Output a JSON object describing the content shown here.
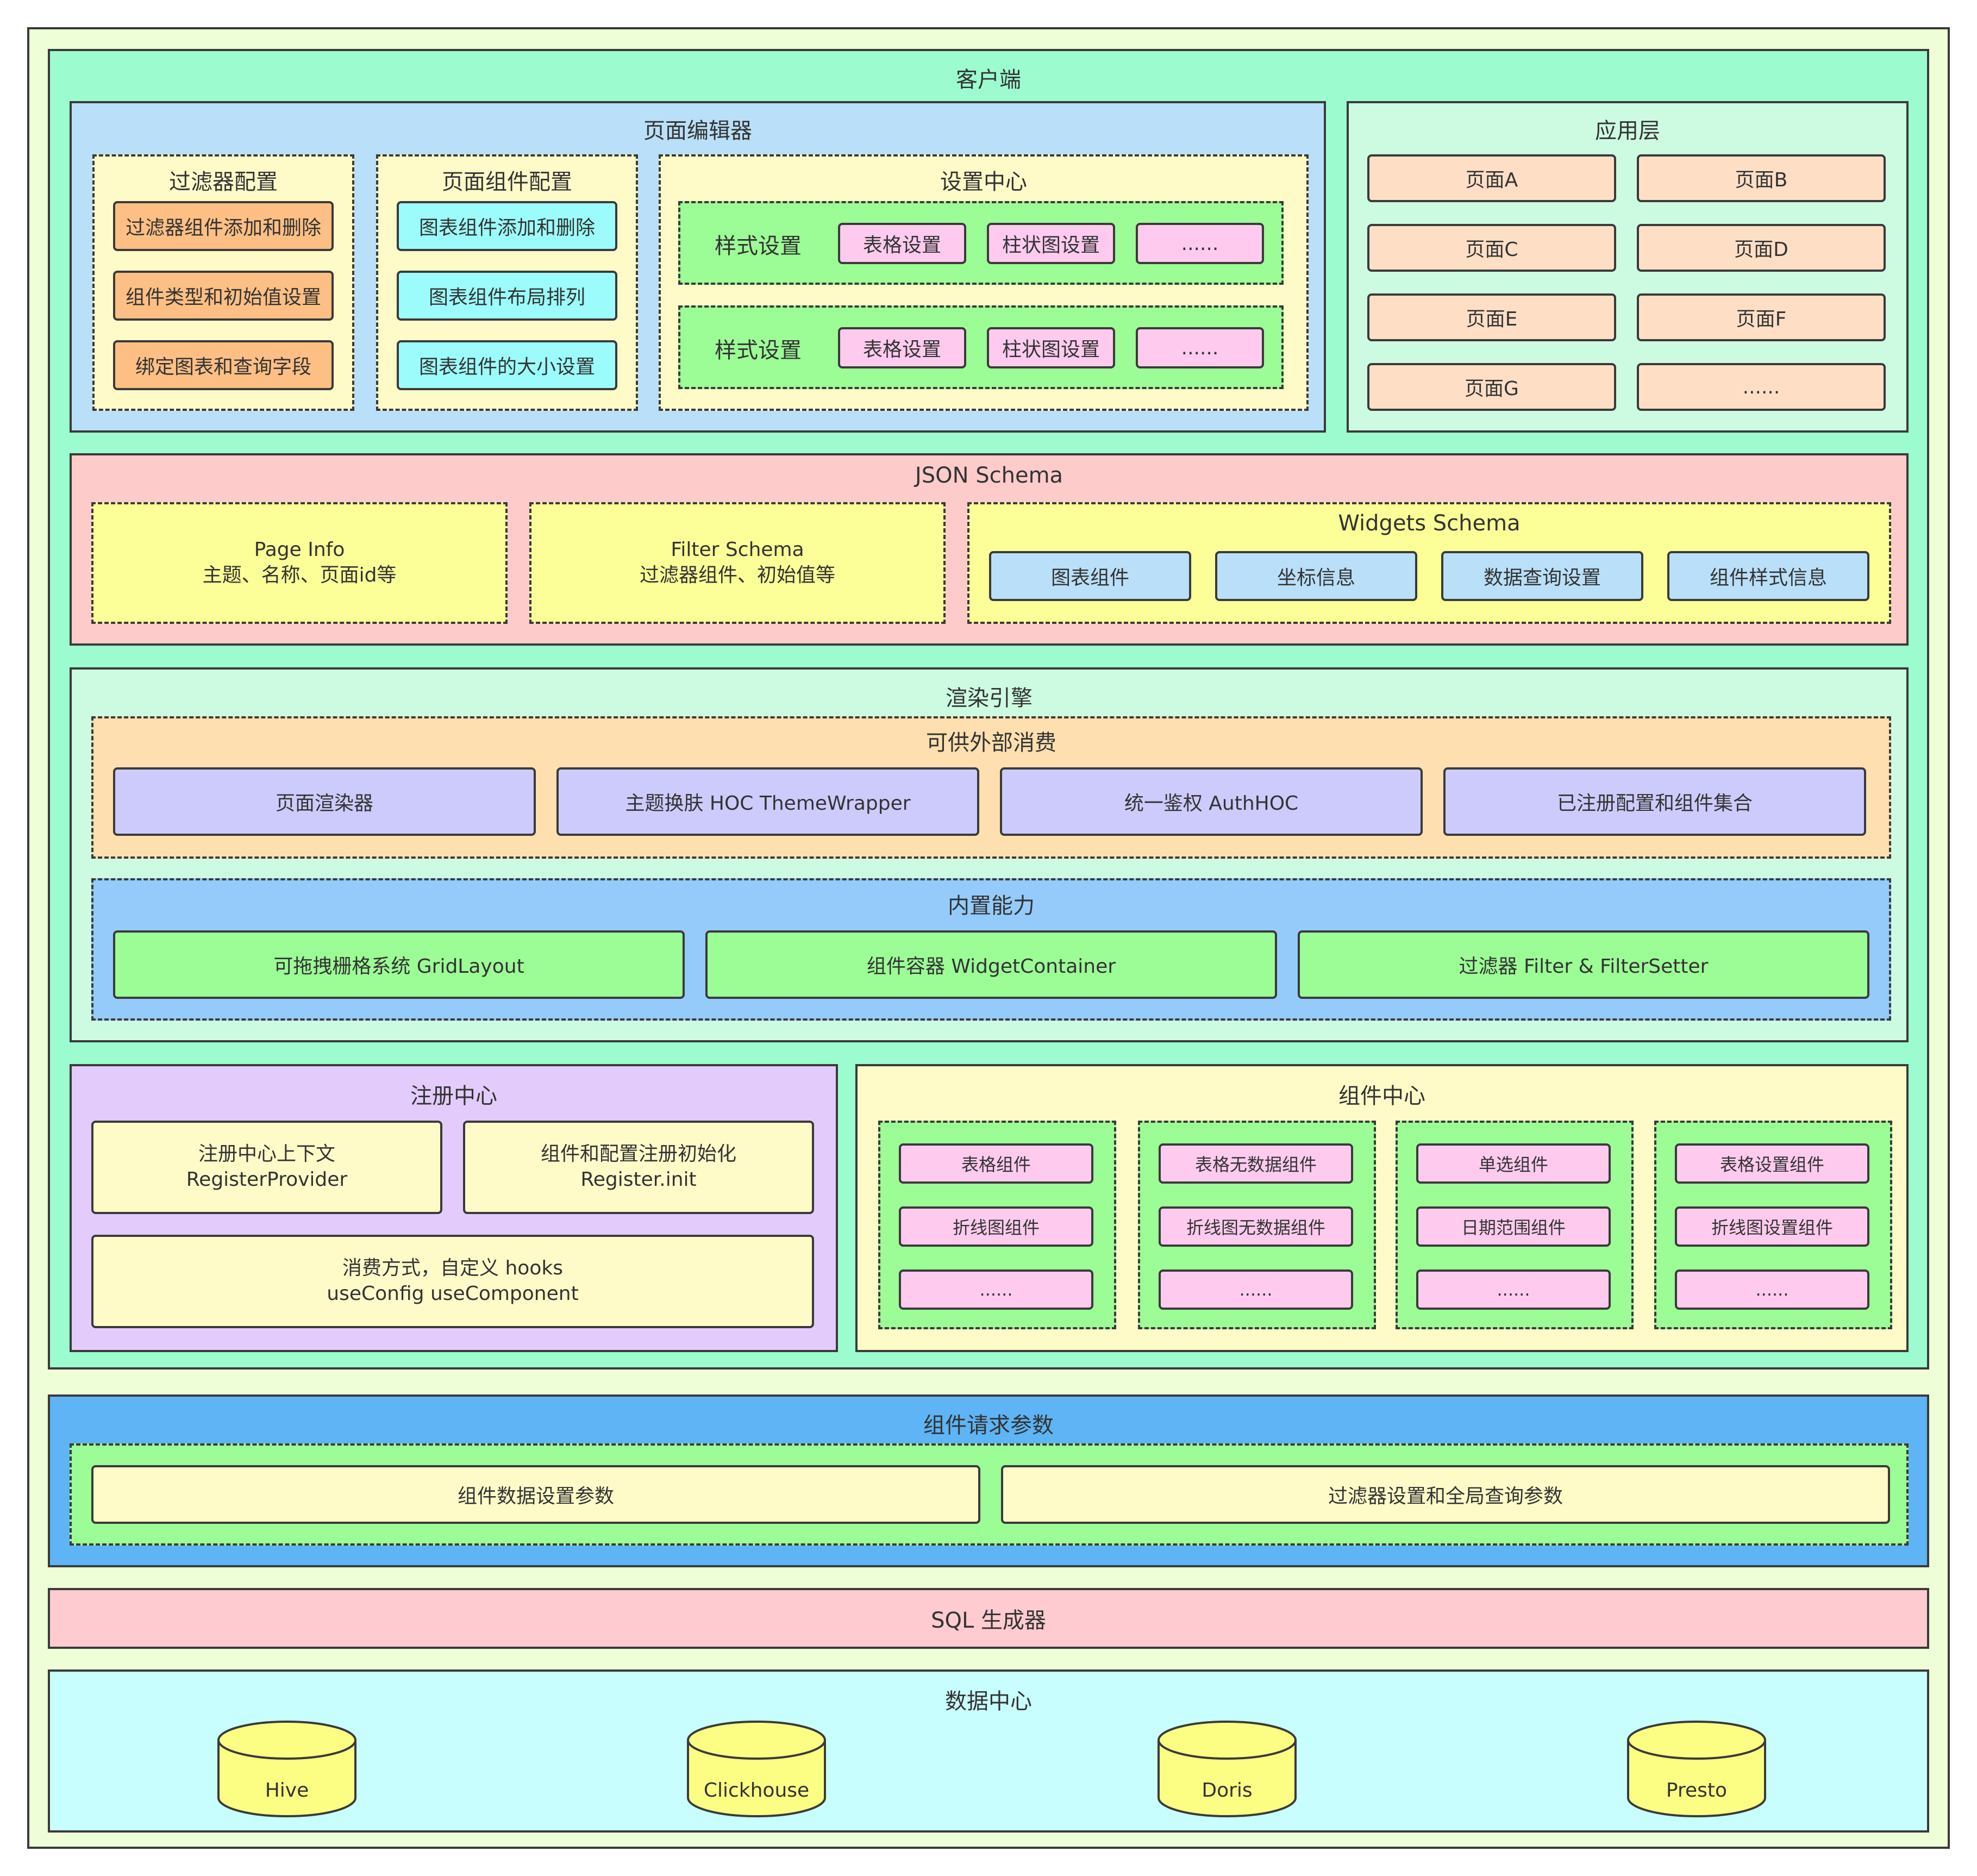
{
  "client": {
    "title": "客户端",
    "page_editor": {
      "title": "页面编辑器",
      "filter_config": {
        "title": "过滤器配置",
        "items": [
          "过滤器组件添加和删除",
          "组件类型和初始值设置",
          "绑定图表和查询字段"
        ]
      },
      "component_config": {
        "title": "页面组件配置",
        "items": [
          "图表组件添加和删除",
          "图表组件布局排列",
          "图表组件的大小设置"
        ]
      },
      "settings_center": {
        "title": "设置中心",
        "rows": [
          {
            "label": "样式设置",
            "items": [
              "表格设置",
              "柱状图设置",
              "......"
            ]
          },
          {
            "label": "样式设置",
            "items": [
              "表格设置",
              "柱状图设置",
              "......"
            ]
          }
        ]
      }
    },
    "app_layer": {
      "title": "应用层",
      "pages": [
        "页面A",
        "页面B",
        "页面C",
        "页面D",
        "页面E",
        "页面F",
        "页面G",
        "......"
      ]
    },
    "json_schema": {
      "title": "JSON Schema",
      "page_info": {
        "line1": "Page Info",
        "line2": "主题、名称、页面id等"
      },
      "filter_schema": {
        "line1": "Filter Schema",
        "line2": "过滤器组件、初始值等"
      },
      "widgets_schema": {
        "title": "Widgets Schema",
        "items": [
          "图表组件",
          "坐标信息",
          "数据查询设置",
          "组件样式信息"
        ]
      }
    },
    "render_engine": {
      "title": "渲染引擎",
      "external": {
        "title": "可供外部消费",
        "items": [
          "页面渲染器",
          "主题换肤 HOC ThemeWrapper",
          "统一鉴权 AuthHOC",
          "已注册配置和组件集合"
        ]
      },
      "builtin": {
        "title": "内置能力",
        "items": [
          "可拖拽栅格系统 GridLayout",
          "组件容器 WidgetContainer",
          "过滤器 Filter & FilterSetter"
        ]
      }
    },
    "registry": {
      "title": "注册中心",
      "context": {
        "line1": "注册中心上下文",
        "line2": "RegisterProvider"
      },
      "init": {
        "line1": "组件和配置注册初始化",
        "line2": "Register.init"
      },
      "consume": {
        "line1": "消费方式，自定义 hooks",
        "line2": "useConfig useComponent"
      }
    },
    "component_center": {
      "title": "组件中心",
      "groups": [
        [
          "表格组件",
          "折线图组件",
          "......"
        ],
        [
          "表格无数据组件",
          "折线图无数据组件",
          "......"
        ],
        [
          "单选组件",
          "日期范围组件",
          "......"
        ],
        [
          "表格设置组件",
          "折线图设置组件",
          "......"
        ]
      ]
    }
  },
  "request_params": {
    "title": "组件请求参数",
    "items": [
      "组件数据设置参数",
      "过滤器设置和全局查询参数"
    ]
  },
  "sql_generator": {
    "title": "SQL 生成器"
  },
  "data_center": {
    "title": "数据中心",
    "sources": [
      "Hive",
      "Clickhouse",
      "Doris",
      "Presto"
    ]
  },
  "colors": {
    "outer_bg": "#eeffd8",
    "client_bg": "#9cfcd0",
    "editor_bg": "#badff9",
    "app_bg": "#cdfbe2",
    "schema_bg": "#fecbcb",
    "render_bg": "#cdfbe2",
    "external_bg": "#fedfb0",
    "builtin_bg": "#94cbfb",
    "registry_bg": "#e3ccfc",
    "component_bg": "#fefbc9",
    "request_bg": "#5eb4f4",
    "sql_bg": "#fecbd0",
    "data_bg": "#c8fefe",
    "orange_item": "#fdbf84",
    "cyan_item": "#9cfcfb",
    "pink_item": "#fecbef",
    "peach_item": "#fedfc6",
    "yellow_panel": "#fcfe97",
    "lavender_item": "#cdcbfc",
    "green_item": "#9cfc96",
    "db_yellow": "#fcfe83"
  }
}
